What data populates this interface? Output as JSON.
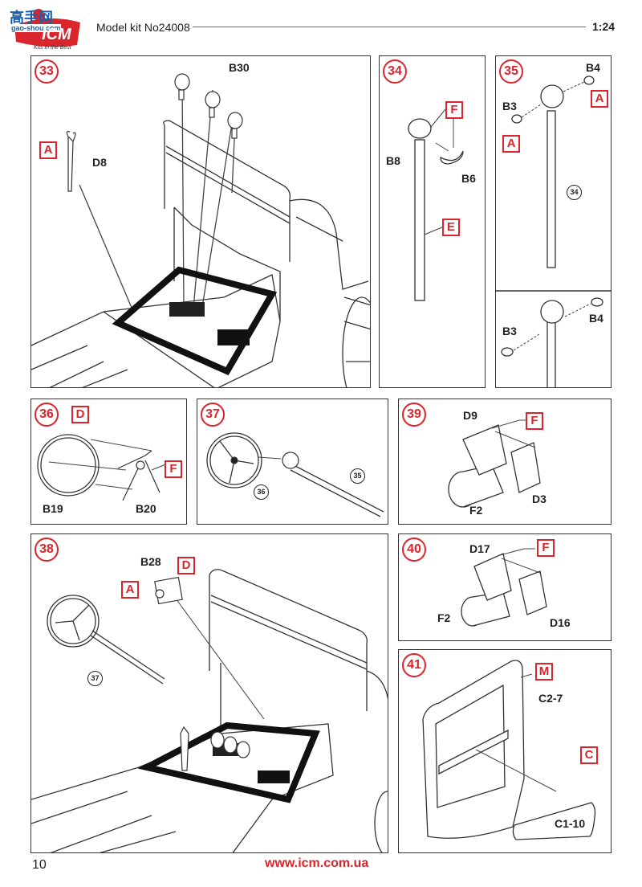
{
  "header": {
    "logo_brand": "ICM",
    "logo_top": "高手网",
    "logo_site": "gao-shou.com",
    "logo_tagline": "Kits in the Best",
    "title": "Model kit No24008",
    "scale": "1:24"
  },
  "steps": [
    {
      "num": "33",
      "labels": {
        "b30": "B30",
        "d8": "D8"
      },
      "boxes": {
        "a": "A"
      }
    },
    {
      "num": "34",
      "labels": {
        "b8": "B8",
        "b6": "B6"
      },
      "boxes": {
        "f": "F",
        "e": "E"
      }
    },
    {
      "num": "35",
      "labels": {
        "b4": "B4",
        "b3": "B3",
        "b3b": "B3",
        "b4b": "B4"
      },
      "boxes": {
        "a1": "A",
        "a2": "A"
      },
      "refs": {
        "r34": "34"
      }
    },
    {
      "num": "36",
      "labels": {
        "b19": "B19",
        "b20": "B20"
      },
      "boxes": {
        "d": "D",
        "f": "F"
      }
    },
    {
      "num": "37",
      "refs": {
        "r36": "36",
        "r35": "35"
      }
    },
    {
      "num": "39",
      "labels": {
        "d9": "D9",
        "f2": "F2",
        "d3": "D3"
      },
      "boxes": {
        "f": "F"
      }
    },
    {
      "num": "38",
      "labels": {
        "b28": "B28"
      },
      "boxes": {
        "d": "D",
        "a": "A"
      },
      "refs": {
        "r37": "37"
      }
    },
    {
      "num": "40",
      "labels": {
        "d17": "D17",
        "f2": "F2",
        "d16": "D16"
      },
      "boxes": {
        "f": "F"
      }
    },
    {
      "num": "41",
      "labels": {
        "c27": "C2-7",
        "c110": "C1-10"
      },
      "boxes": {
        "m": "M",
        "c": "C"
      }
    }
  ],
  "footer": {
    "page_number": "10",
    "website": "www.icm.com.ua"
  },
  "colors": {
    "accent": "#d9252b",
    "line": "#333333"
  }
}
